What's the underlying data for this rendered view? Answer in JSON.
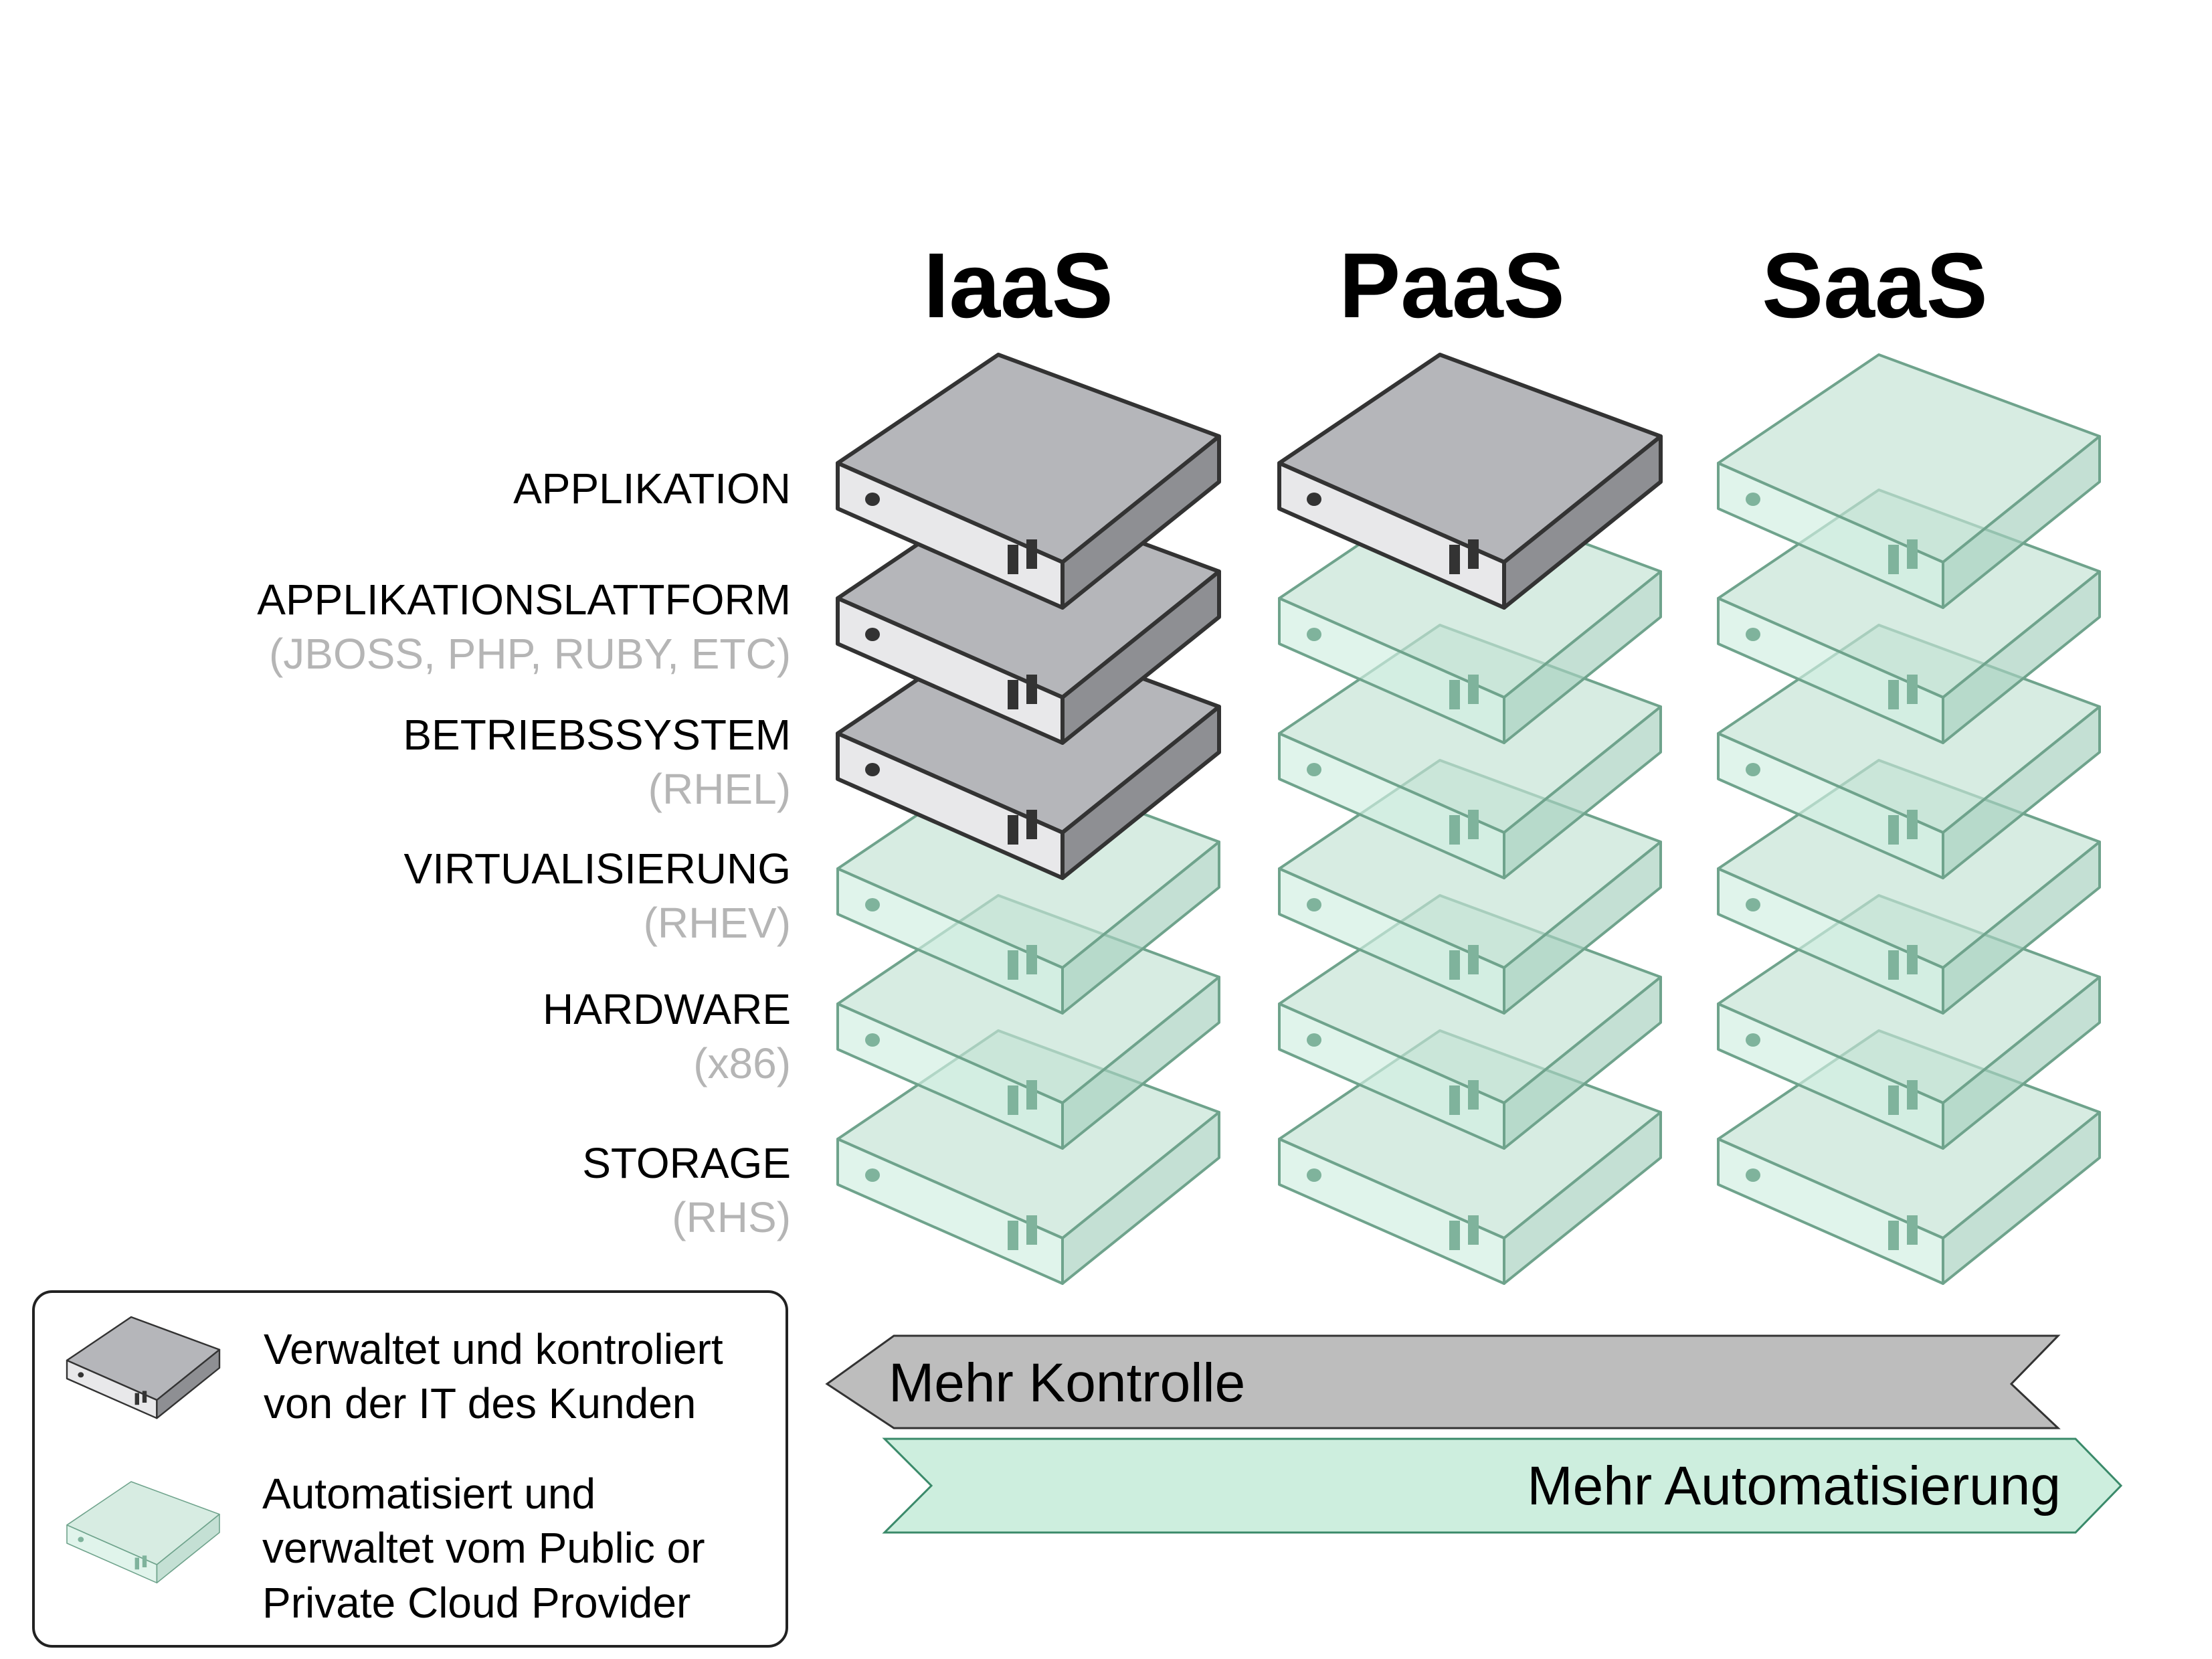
{
  "columns": [
    {
      "title": "IaaS",
      "customer_managed_layers": 3
    },
    {
      "title": "PaaS",
      "customer_managed_layers": 1
    },
    {
      "title": "SaaS",
      "customer_managed_layers": 0
    }
  ],
  "layers": [
    {
      "name": "APPLIKATION",
      "sub": ""
    },
    {
      "name": "APPLIKATIONSLATTFORM",
      "sub": "(JBOSS, PHP, RUBY, ETC)"
    },
    {
      "name": "BETRIEBSSYSTEM",
      "sub": "(RHEL)"
    },
    {
      "name": "VIRTUALISIERUNG",
      "sub": "(RHEV)"
    },
    {
      "name": "HARDWARE",
      "sub": "(x86)"
    },
    {
      "name": "STORAGE",
      "sub": "(RHS)"
    }
  ],
  "legend": {
    "customer": {
      "line1": "Verwaltet und kontroliert",
      "line2": "von der IT des Kunden"
    },
    "provider": {
      "line1": "Automatisiert und",
      "line2": "verwaltet vom Public or",
      "line3": "Private Cloud Provider"
    }
  },
  "arrows": {
    "control": "Mehr Kontrolle",
    "automation": "Mehr Automatisierung"
  },
  "colors": {
    "grey_top": "#b5b6ba",
    "grey_front": "#e8e8ea",
    "grey_side": "#8e8f93",
    "green_top": "#c4e3d4",
    "green_front": "#d2efe2",
    "green_side": "#a8d2bf",
    "control_arrow": "#bdbdbd",
    "automation_arrow": "#cdeede"
  }
}
